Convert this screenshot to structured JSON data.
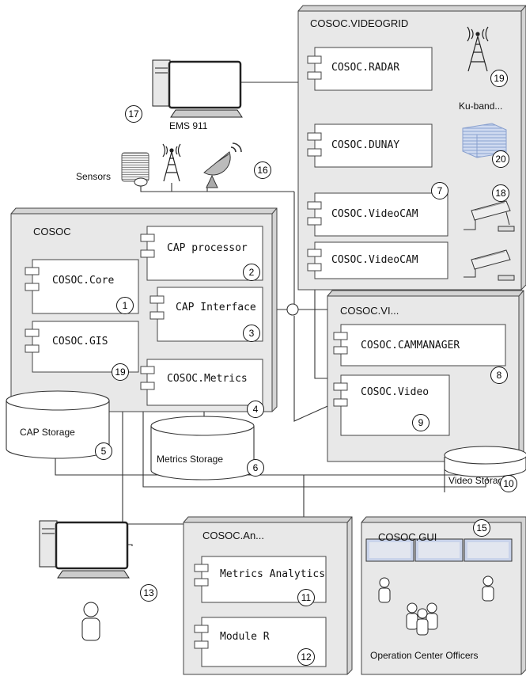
{
  "nodes": {
    "videogrid": "COSOC.VIDEOGRID",
    "cosoc": "COSOC",
    "vi": "COSOC.VI...",
    "an": "COSOC.An...",
    "gui": "COSOC.GUI"
  },
  "components": {
    "radar": "COSOC.RADAR",
    "dunay": "COSOC.DUNAY",
    "videocam1": "COSOC.VideoCAM",
    "videocam2": "COSOC.VideoCAM",
    "cap_processor": "CAP processor",
    "core": "COSOC.Core",
    "cap_interface": "CAP Interface",
    "gis": "COSOC.GIS",
    "metrics": "COSOC.Metrics",
    "cammanager": "COSOC.CAMMANAGER",
    "video": "COSOC.Video",
    "metrics_analytics": "Metrics Analytics",
    "module_r": "Module R"
  },
  "labels": {
    "ems": "EMS 911",
    "sensors": "Sensors",
    "ku_band": "Ku-band...",
    "cap_storage": "CAP Storage",
    "metrics_storage": "Metrics  Storage",
    "video_storage": "Video Storage",
    "officers": "Operation Center Officers"
  },
  "numbers": {
    "n1": "1",
    "n2": "2",
    "n3": "3",
    "n4": "4",
    "n5": "5",
    "n6": "6",
    "n7": "7",
    "n8": "8",
    "n9": "9",
    "n10": "10",
    "n11": "11",
    "n12": "12",
    "n13": "13",
    "n15": "15",
    "n16": "16",
    "n17": "17",
    "n18": "18",
    "n19a": "19",
    "n19b": "19",
    "n20": "20"
  }
}
